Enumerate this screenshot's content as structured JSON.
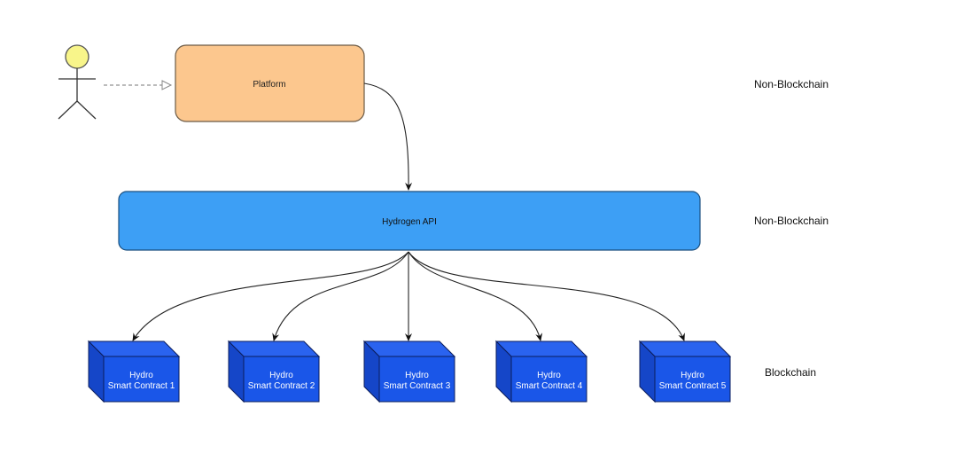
{
  "nodes": {
    "platform": {
      "label": "Platform",
      "color": "#fcc78e"
    },
    "api": {
      "label": "Hydrogen API",
      "color": "#3d9ff5"
    },
    "contracts": [
      {
        "line1": "Hydro",
        "line2": "Smart Contract 1"
      },
      {
        "line1": "Hydro",
        "line2": "Smart Contract 2"
      },
      {
        "line1": "Hydro",
        "line2": "Smart Contract 3"
      },
      {
        "line1": "Hydro",
        "line2": "Smart Contract 4"
      },
      {
        "line1": "Hydro",
        "line2": "Smart Contract 5"
      }
    ],
    "contract_color": "#1a56e8"
  },
  "layers": [
    {
      "label": "Non-Blockchain"
    },
    {
      "label": "Non-Blockchain"
    },
    {
      "label": "Blockchain"
    }
  ],
  "icons": {
    "actor": "stick-figure-icon"
  }
}
